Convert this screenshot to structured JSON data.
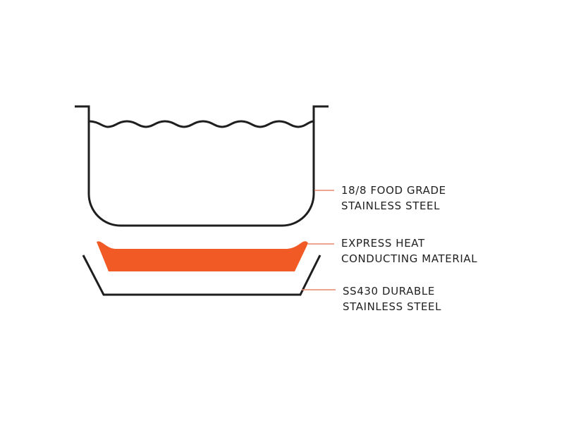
{
  "colors": {
    "stroke": "#1e1e1e",
    "accent": "#f15a24",
    "leader": "#e8866a",
    "text": "#222222",
    "background": "#ffffff"
  },
  "labels": [
    {
      "id": "inner-pot",
      "line1": "18/8 FOOD GRADE",
      "line2": "STAINLESS STEEL"
    },
    {
      "id": "heat-layer",
      "line1": "EXPRESS HEAT",
      "line2": "CONDUCTING MATERIAL"
    },
    {
      "id": "outer-base",
      "line1": "SS430 DURABLE",
      "line2": "STAINLESS STEEL"
    }
  ]
}
